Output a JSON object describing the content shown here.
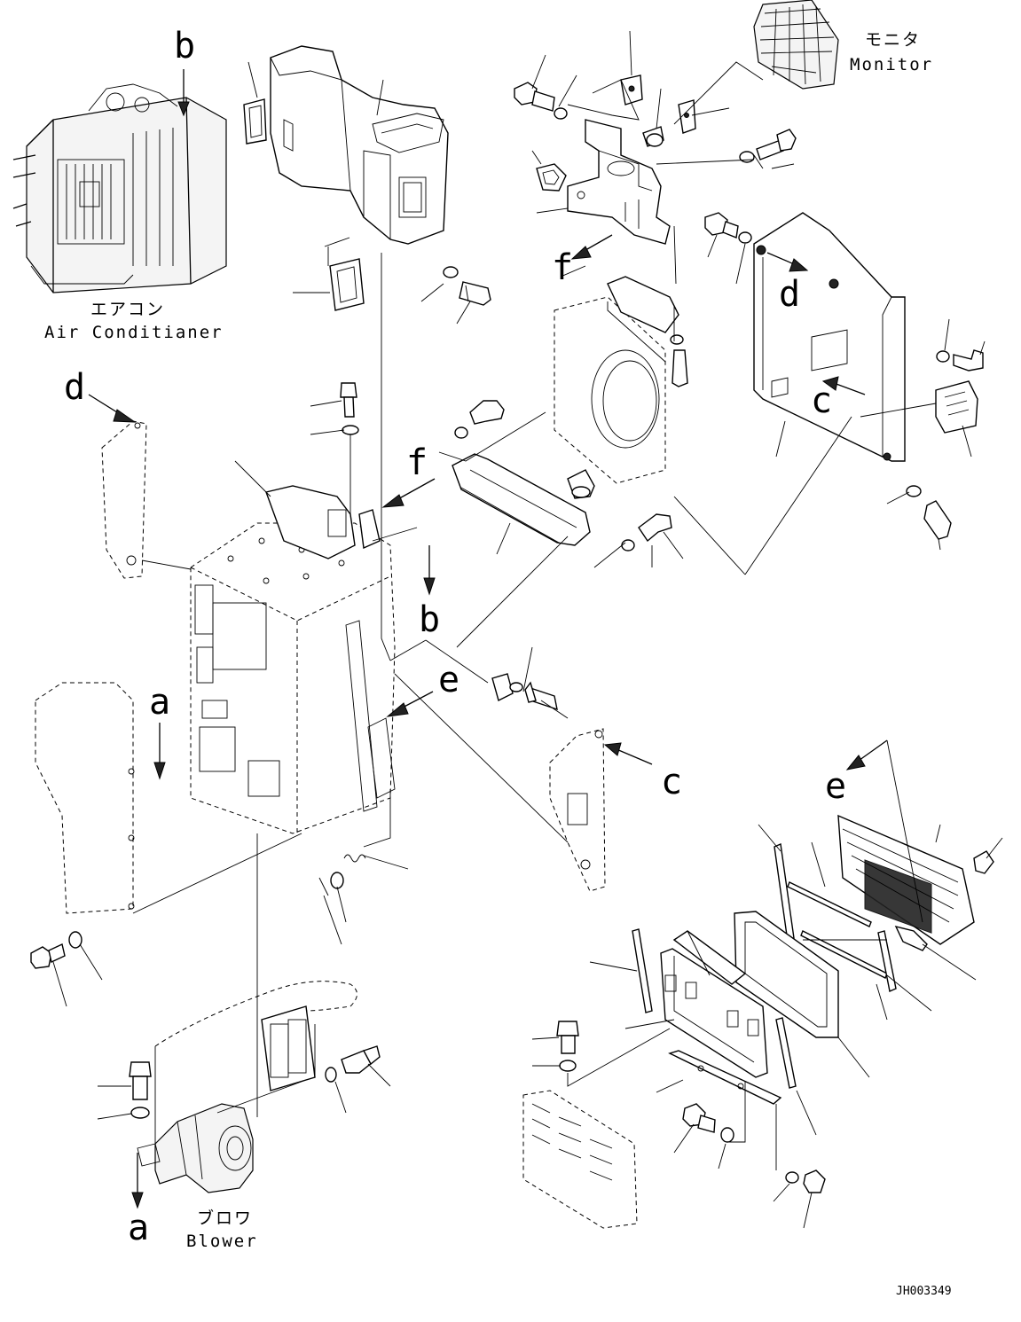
{
  "captions": {
    "air_conditioner_jp": "エアコン",
    "air_conditioner_en": "Air Conditianer",
    "monitor_jp": "モニタ",
    "monitor_en": "Monitor",
    "blower_jp": "ブロワ",
    "blower_en": "Blower"
  },
  "letters": {
    "a": "a",
    "b": "b",
    "c": "c",
    "d": "d",
    "e": "e",
    "f": "f"
  },
  "drawing_code": "JH003349"
}
